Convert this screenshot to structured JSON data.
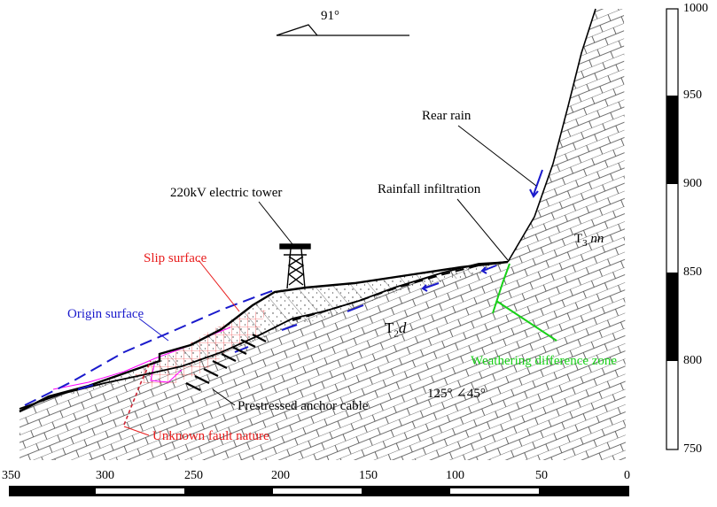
{
  "north_arrow": {
    "label": "91°"
  },
  "labels": {
    "rear_rain": "Rear rain",
    "rainfall_infiltration": "Rainfall infiltration",
    "electric_tower": "220kV electric tower",
    "slip_surface": "Slip surface",
    "origin_surface": "Origin surface",
    "t3nn_main": "T",
    "t3nn_sub": "3",
    "t3nn_italic": "nn",
    "t2d_main": "T",
    "t2d_sub": "2",
    "t2d_italic": "d",
    "weathering_zone": "Weathering difference zone",
    "attitude": "125° ∠45°",
    "anchor_cable": "Prestressed anchor cable",
    "fault": "Unknown fault nature"
  },
  "elevation_scale": {
    "ticks": [
      "1000",
      "950",
      "900",
      "850",
      "800",
      "750"
    ]
  },
  "distance_scale": {
    "ticks": [
      "350",
      "300",
      "250",
      "200",
      "150",
      "100",
      "50",
      "0"
    ]
  },
  "colors": {
    "origin_surface": "#1a1acc",
    "slip_surface": "#e81c1c",
    "weathering_zone": "#18d018",
    "fault": "#cc2233",
    "infill": "#ff00ff",
    "ink": "#000000"
  }
}
